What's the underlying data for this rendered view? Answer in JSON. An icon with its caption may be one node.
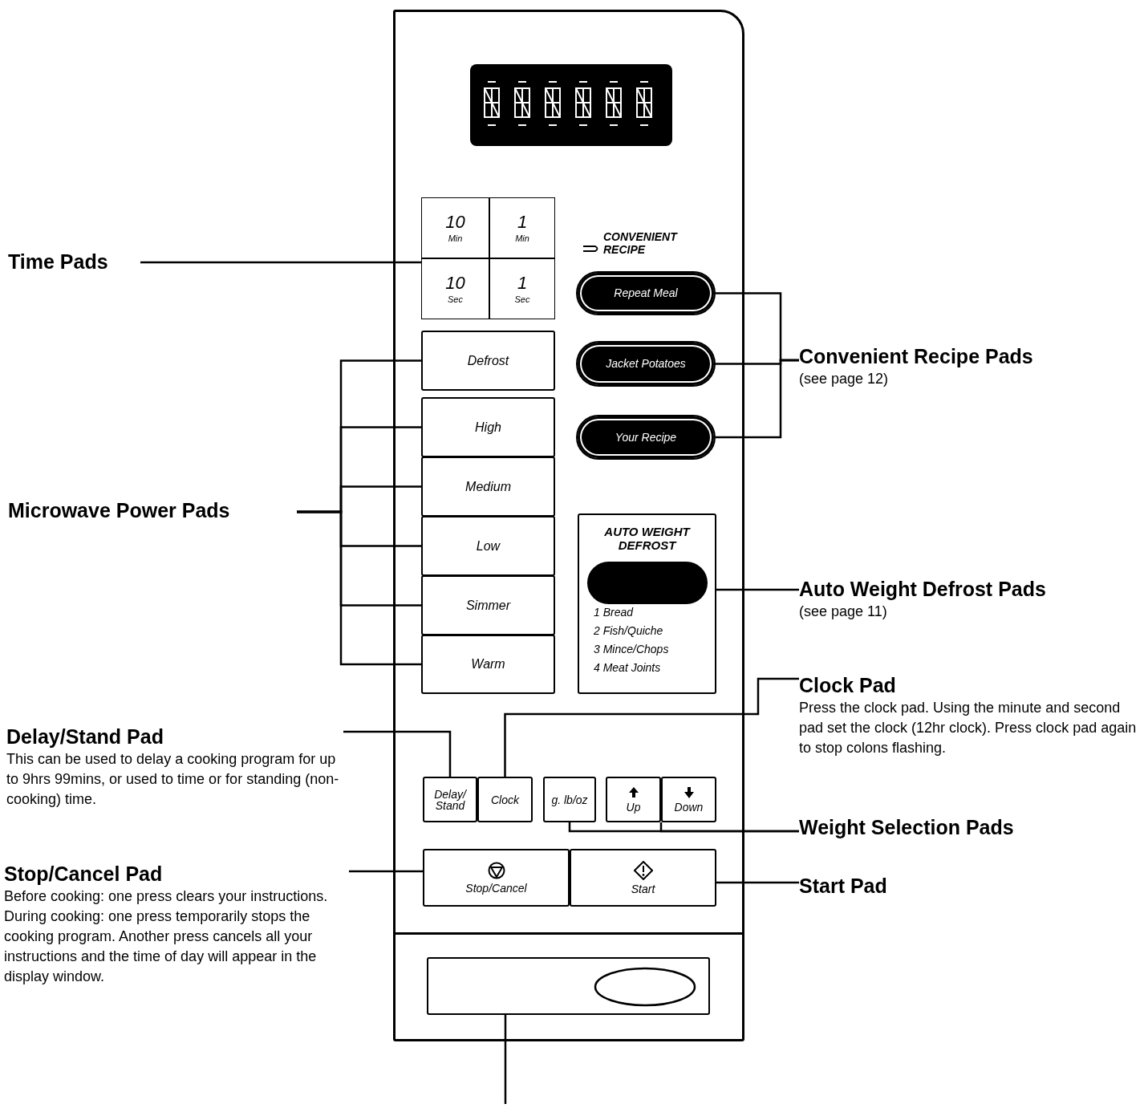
{
  "diagram": {
    "nodes": [
      {
        "text": [],
        "shape": "box"
      },
      {
        "text": [],
        "shape": "box",
        "in": 0
      },
      {
        "text": [
          "10",
          "Min"
        ],
        "in": 1
      },
      {
        "text": [
          "1",
          "Min"
        ],
        "in": 1
      },
      {
        "text": [
          "10",
          "Sec"
        ],
        "in": 1
      },
      {
        "text": [
          "1",
          "Sec"
        ],
        "in": 1
      },
      {
        "text": [
          "Defrost"
        ],
        "in": 0
      },
      {
        "text": [
          "High"
        ],
        "in": 0
      },
      {
        "text": [
          "Medium"
        ],
        "in": 0
      },
      {
        "text": [
          "Low"
        ],
        "in": 0
      },
      {
        "text": [
          "Simmer"
        ],
        "in": 0
      },
      {
        "text": [
          "Warm"
        ],
        "in": 0
      },
      {
        "text": [
          "Repeat Meal"
        ],
        "in": 0
      },
      {
        "text": [
          "Jacket Potatoes"
        ],
        "in": 0
      },
      {
        "text": [
          "Your Recipe"
        ],
        "in": 0
      },
      {
        "text": [
          "AUTO WEIGHT DEFROST",
          "1 Bread",
          "2 Fish/Quiche",
          "3 Mince/Chops",
          "4 Meat Joints"
        ],
        "in": 0
      },
      {
        "text": [],
        "shape": "oval",
        "in": 15
      },
      {
        "text": [
          "Delay/ Stand"
        ],
        "in": 0
      },
      {
        "text": [
          "Clock"
        ],
        "in": 0
      },
      {
        "text": [
          "g. lb/oz"
        ],
        "in": 0
      },
      {
        "text": [],
        "shape": "box",
        "in": 0
      },
      {
        "text": [
          "Up"
        ],
        "in": 20
      },
      {
        "text": [
          "Down"
        ],
        "in": 20
      },
      {
        "text": [
          "Stop/Cancel"
        ],
        "in": 0
      },
      {
        "text": [
          "Start"
        ],
        "in": 0
      },
      {
        "text": [],
        "shape": "box",
        "in": 0
      },
      {
        "text": [
          "Time Pads"
        ]
      },
      {
        "text": [
          "Microwave Power Pads"
        ]
      },
      {
        "text": [
          "Convenient Recipe Pads",
          "(see page 12)"
        ]
      },
      {
        "text": [
          "Auto Weight Defrost Pads",
          "(see page 11)"
        ]
      },
      {
        "text": [
          "Clock Pad",
          "Press the clock pad. Using the minute and second pad set the clock (12hr clock). Press clock pad again to stop colons flashing."
        ]
      },
      {
        "text": [
          "Delay/Stand Pad",
          "This can be used to delay a cooking program for up to 9hrs 99mins, or used to time or for standing (non-cooking) time."
        ]
      },
      {
        "text": [
          "Weight Selection Pads"
        ]
      },
      {
        "text": [
          "Stop/Cancel Pad",
          "Before cooking: one press clears your instructions.",
          "During cooking: one press temporarily stops the cooking program. Another press cancels all your instructions and the time of day will appear in the display window."
        ]
      },
      {
        "text": [
          "Start Pad"
        ]
      }
    ],
    "edges": [
      {
        "from": 26,
        "to": 1,
        "arrow": "none"
      },
      {
        "from": 27,
        "to": 6,
        "arrow": "none"
      },
      {
        "from": 27,
        "to": 7,
        "arrow": "none"
      },
      {
        "from": 27,
        "to": 8,
        "arrow": "none"
      },
      {
        "from": 27,
        "to": 9,
        "arrow": "none"
      },
      {
        "from": 27,
        "to": 10,
        "arrow": "none"
      },
      {
        "from": 27,
        "to": 11,
        "arrow": "none"
      },
      {
        "from": 28,
        "to": 12,
        "arrow": "none"
      },
      {
        "from": 28,
        "to": 13,
        "arrow": "none"
      },
      {
        "from": 28,
        "to": 14,
        "arrow": "none"
      },
      {
        "from": 29,
        "to": 15,
        "arrow": "none"
      },
      {
        "from": 30,
        "to": 18,
        "arrow": "none"
      },
      {
        "from": 31,
        "to": 17,
        "arrow": "none"
      },
      {
        "from": 32,
        "to": 19,
        "arrow": "none"
      },
      {
        "from": 32,
        "to": 20,
        "arrow": "none"
      },
      {
        "from": 33,
        "to": 23,
        "arrow": "none"
      },
      {
        "from": 34,
        "to": 24,
        "arrow": "none"
      },
      {
        "from": null,
        "to": 25,
        "arrow": "none"
      }
    ],
    "labels": [
      "CONVENIENT RECIPE"
    ]
  }
}
